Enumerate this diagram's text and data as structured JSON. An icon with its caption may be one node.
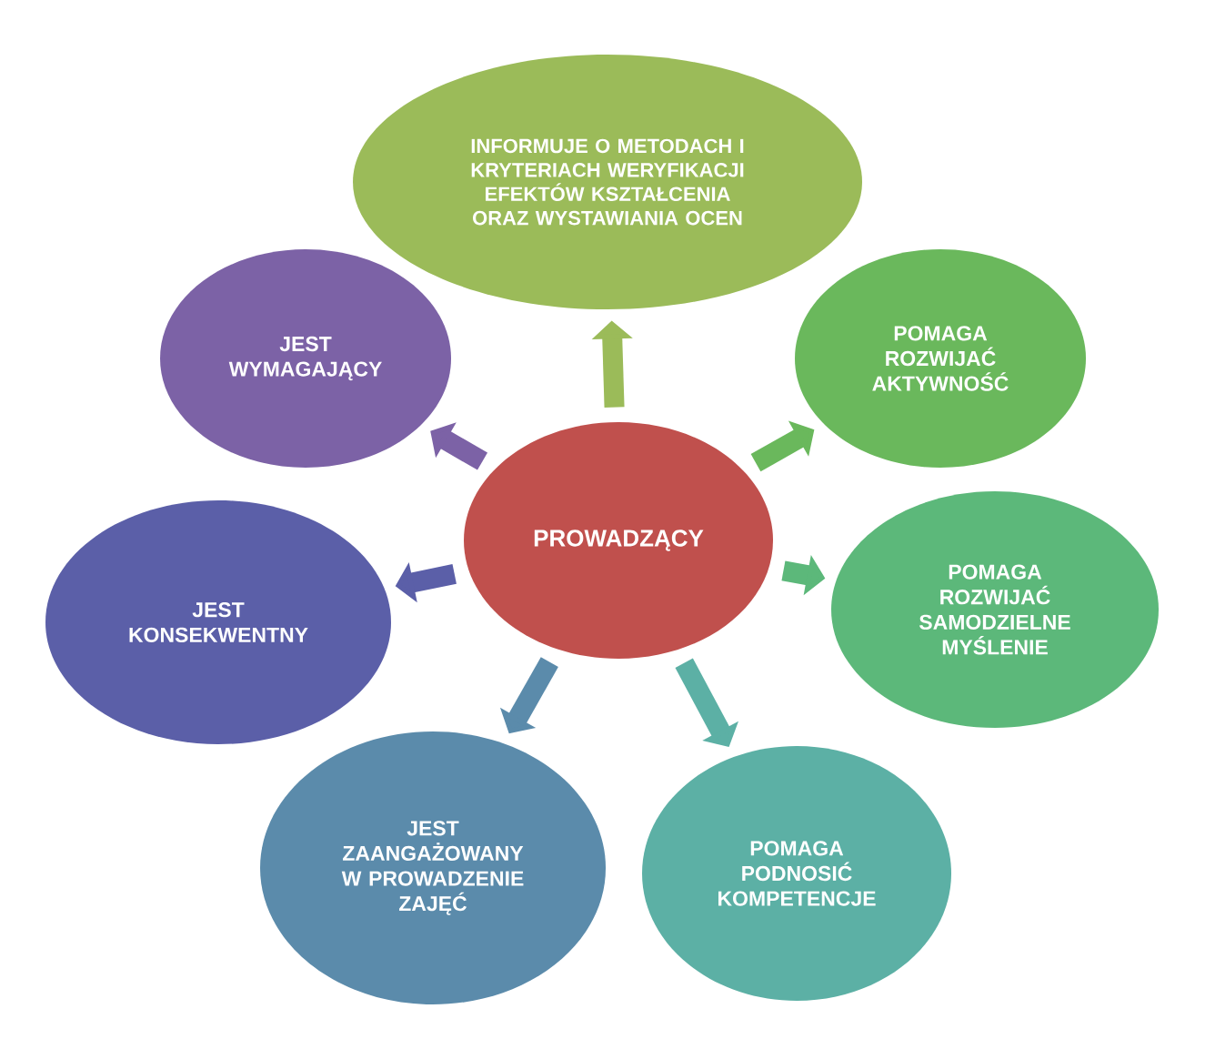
{
  "diagram": {
    "nodes": [
      {
        "text": [
          "PROWADZĄCY"
        ]
      },
      {
        "text": [
          "INFORMUJE O METODACH I KRYTERIACH WERYFIKACJI EFEKTÓW KSZTAŁCENIA ORAZ WYSTAWIANIA OCEN"
        ]
      },
      {
        "text": [
          "POMAGA ROZWIJAĆ AKTYWNOŚĆ"
        ]
      },
      {
        "text": [
          "POMAGA ROZWIJAĆ SAMODZIELNE MYŚLENIE"
        ]
      },
      {
        "text": [
          "POMAGA PODNOSIĆ KOMPETENCJE"
        ]
      },
      {
        "text": [
          "JEST ZAANGAŻOWANY W PROWADZENIE ZAJĘĆ"
        ]
      },
      {
        "text": [
          "JEST KONSEKWENTNY"
        ]
      },
      {
        "text": [
          "JEST WYMAGAJĄCY"
        ]
      }
    ],
    "edges": [
      {
        "from": 0,
        "to": 1,
        "arrow": "to",
        "color": "#9bbb59"
      },
      {
        "from": 0,
        "to": 2,
        "arrow": "to",
        "color": "#6ab85c"
      },
      {
        "from": 0,
        "to": 3,
        "arrow": "to",
        "color": "#5cb87a"
      },
      {
        "from": 0,
        "to": 4,
        "arrow": "to",
        "color": "#5cb0a5"
      },
      {
        "from": 0,
        "to": 5,
        "arrow": "to",
        "color": "#5b8bab"
      },
      {
        "from": 0,
        "to": 6,
        "arrow": "to",
        "color": "#5b5fa8"
      },
      {
        "from": 0,
        "to": 7,
        "arrow": "to",
        "color": "#7c62a6"
      }
    ]
  }
}
